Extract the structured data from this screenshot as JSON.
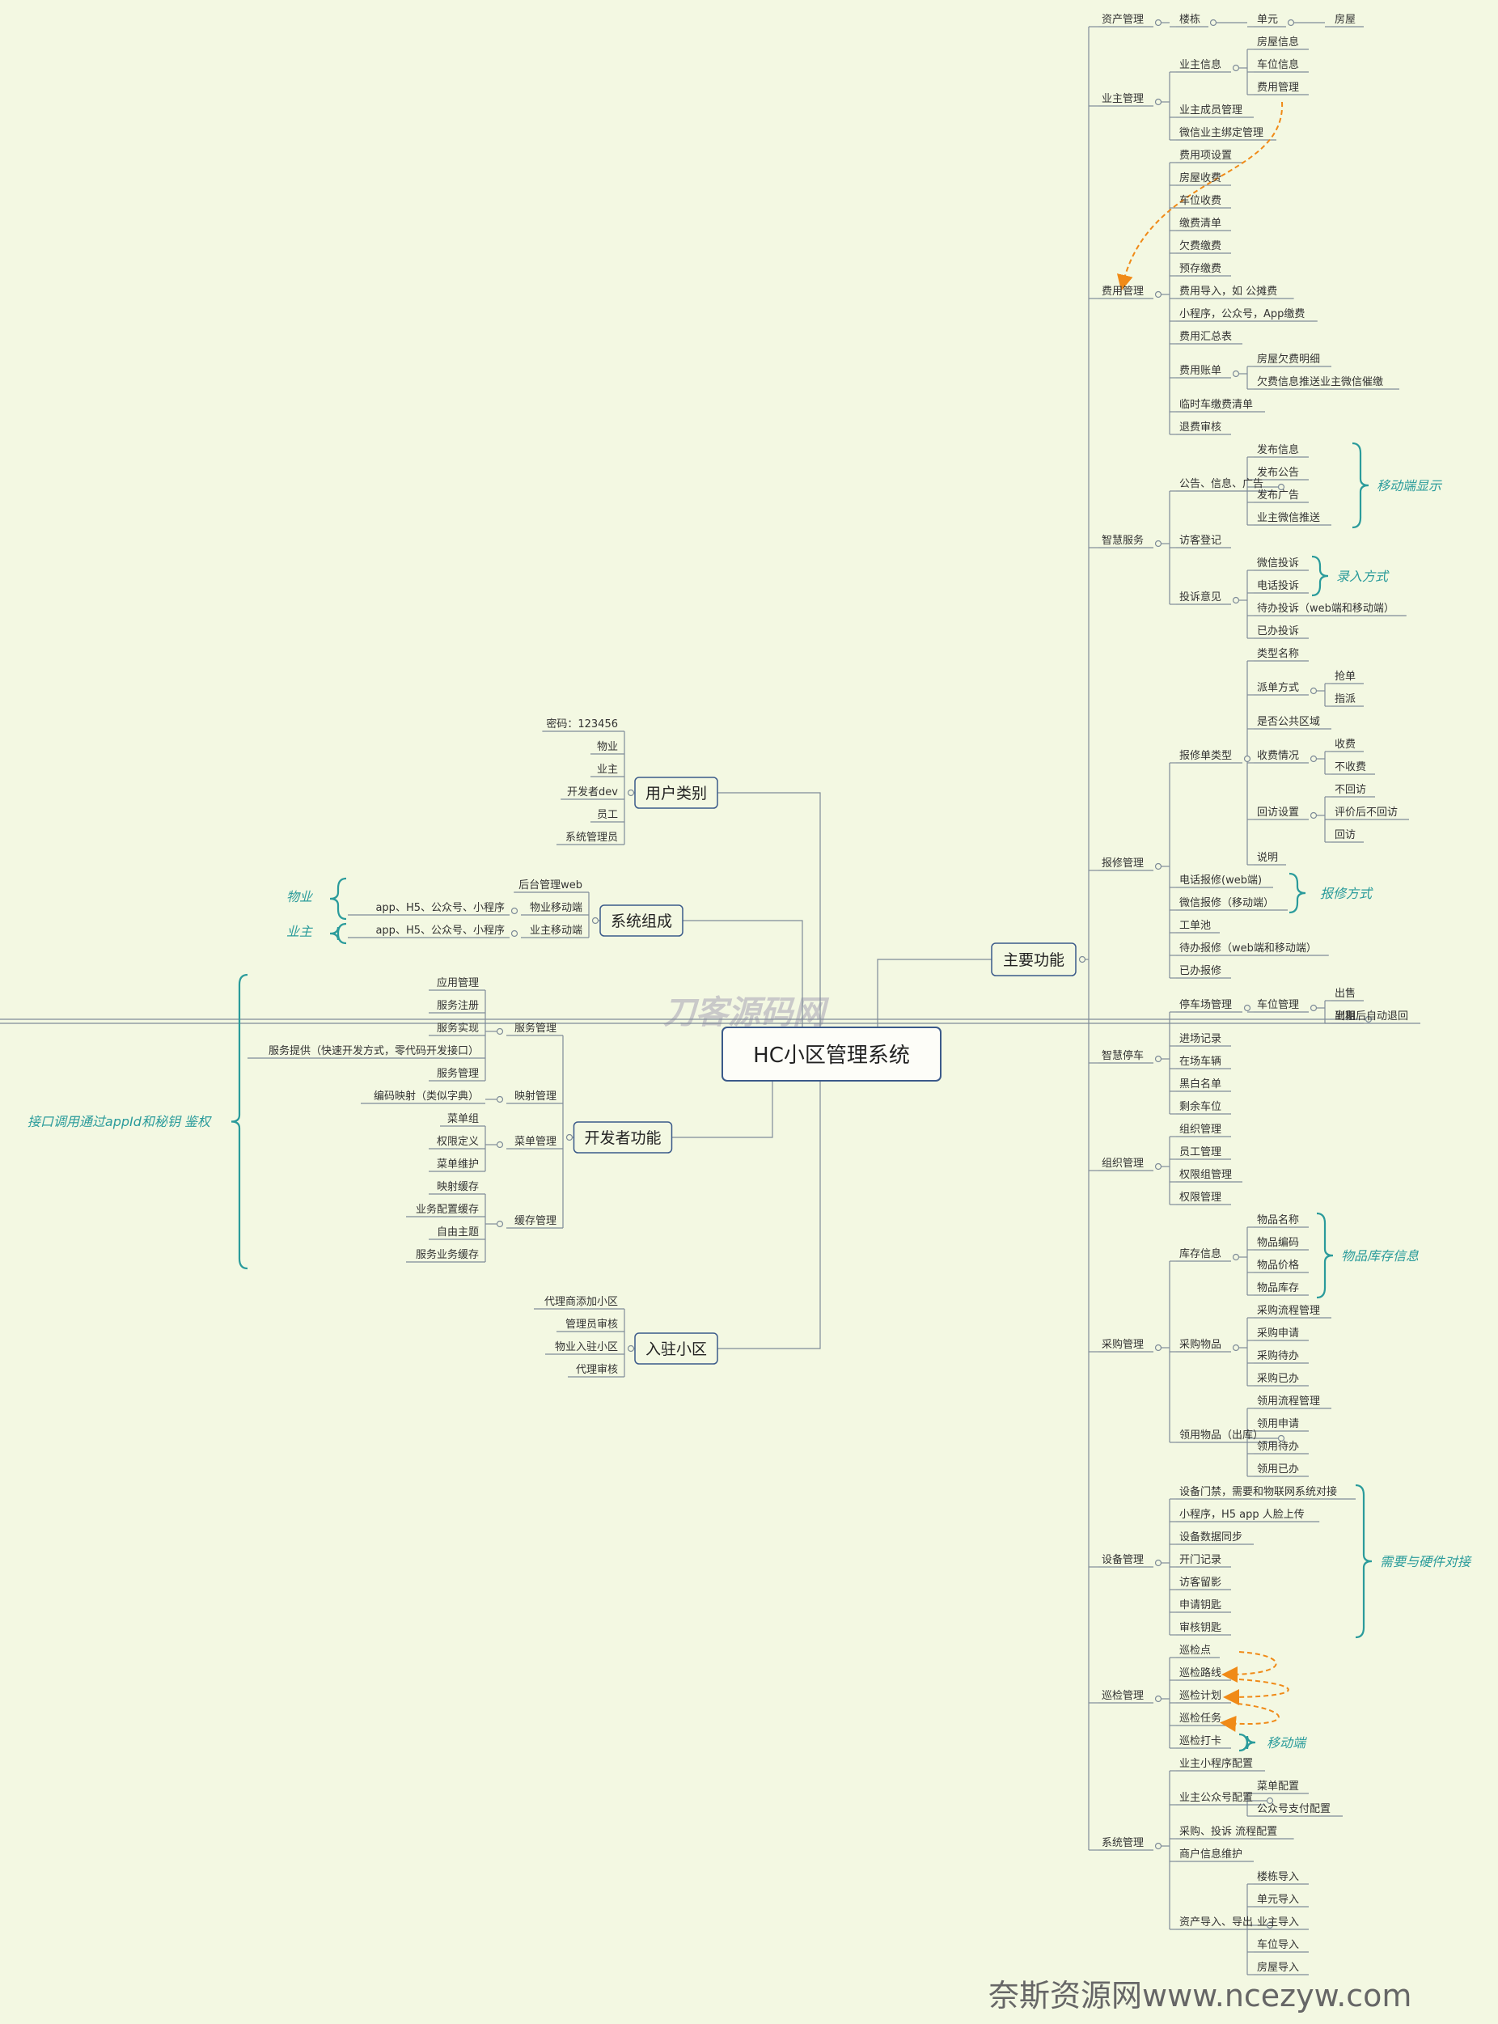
{
  "root": "HC小区管理系统",
  "watermark": "刀客源码网",
  "footer": "奈斯资源网www.ncezyw.com",
  "colors": {
    "background": "#f3f8e2",
    "line": "#7f8c99",
    "topic_border": "#3b5a8a",
    "note": "#2a9b9b",
    "arrow": "#f08a17"
  },
  "main": {
    "title": "主要功能",
    "groups": [
      {
        "label": "资产管理",
        "children": [
          {
            "label": "楼栋",
            "children": [
              {
                "label": "单元",
                "children": [
                  {
                    "label": "房屋"
                  }
                ]
              }
            ]
          }
        ]
      },
      {
        "label": "业主管理",
        "children": [
          {
            "label": "业主信息",
            "children": [
              {
                "label": "房屋信息"
              },
              {
                "label": "车位信息"
              },
              {
                "label": "费用管理"
              }
            ]
          },
          {
            "label": "业主成员管理"
          },
          {
            "label": "微信业主绑定管理"
          }
        ]
      },
      {
        "label": "费用管理",
        "children": [
          {
            "label": "费用项设置"
          },
          {
            "label": "房屋收费"
          },
          {
            "label": "车位收费"
          },
          {
            "label": "缴费清单"
          },
          {
            "label": "欠费缴费"
          },
          {
            "label": "预存缴费"
          },
          {
            "label": "费用导入，如 公摊费"
          },
          {
            "label": "小程序，公众号，App缴费"
          },
          {
            "label": "费用汇总表"
          },
          {
            "label": "费用账单",
            "children": [
              {
                "label": "房屋欠费明细"
              },
              {
                "label": "欠费信息推送业主微信催缴"
              }
            ]
          },
          {
            "label": "临时车缴费清单"
          },
          {
            "label": "退费审核"
          }
        ]
      },
      {
        "label": "智慧服务",
        "children": [
          {
            "label": "公告、信息、广告",
            "children": [
              {
                "label": "发布信息"
              },
              {
                "label": "发布公告"
              },
              {
                "label": "发布广告"
              },
              {
                "label": "业主微信推送"
              }
            ]
          },
          {
            "label": "访客登记"
          },
          {
            "label": "投诉意见",
            "children": [
              {
                "label": "微信投诉"
              },
              {
                "label": "电话投诉"
              },
              {
                "label": "待办投诉（web端和移动端）"
              },
              {
                "label": "已办投诉"
              }
            ]
          }
        ]
      },
      {
        "label": "报修管理",
        "children": [
          {
            "label": "报修单类型",
            "children": [
              {
                "label": "类型名称"
              },
              {
                "label": "派单方式",
                "children": [
                  {
                    "label": "抢单"
                  },
                  {
                    "label": "指派"
                  }
                ]
              },
              {
                "label": "是否公共区域"
              },
              {
                "label": "收费情况",
                "children": [
                  {
                    "label": "收费"
                  },
                  {
                    "label": "不收费"
                  }
                ]
              },
              {
                "label": "回访设置",
                "children": [
                  {
                    "label": "不回访"
                  },
                  {
                    "label": "评价后不回访"
                  },
                  {
                    "label": "回访"
                  }
                ]
              },
              {
                "label": "说明"
              }
            ]
          },
          {
            "label": "电话报修(web端)"
          },
          {
            "label": "微信报修（移动端）"
          },
          {
            "label": "工单池"
          },
          {
            "label": "待办报修（web端和移动端）"
          },
          {
            "label": "已办报修"
          }
        ]
      },
      {
        "label": "智慧停车",
        "children": [
          {
            "label": "停车场管理",
            "children": [
              {
                "label": "车位管理",
                "children": [
                  {
                    "label": "出售"
                  },
                  {
                    "label": "出租",
                    "children": [
                      {
                        "label": "到期后自动退回"
                      }
                    ]
                  }
                ]
              }
            ]
          },
          {
            "label": "进场记录"
          },
          {
            "label": "在场车辆"
          },
          {
            "label": "黑白名单"
          },
          {
            "label": "剩余车位"
          }
        ]
      },
      {
        "label": "组织管理",
        "children": [
          {
            "label": "组织管理"
          },
          {
            "label": "员工管理"
          },
          {
            "label": "权限组管理"
          },
          {
            "label": "权限管理"
          }
        ]
      },
      {
        "label": "采购管理",
        "children": [
          {
            "label": "库存信息",
            "children": [
              {
                "label": "物品名称"
              },
              {
                "label": "物品编码"
              },
              {
                "label": "物品价格"
              },
              {
                "label": "物品库存"
              }
            ]
          },
          {
            "label": "采购物品",
            "children": [
              {
                "label": "采购流程管理"
              },
              {
                "label": "采购申请"
              },
              {
                "label": "采购待办"
              },
              {
                "label": "采购已办"
              }
            ]
          },
          {
            "label": "领用物品（出库）",
            "children": [
              {
                "label": "领用流程管理"
              },
              {
                "label": "领用申请"
              },
              {
                "label": "领用待办"
              },
              {
                "label": "领用已办"
              }
            ]
          }
        ]
      },
      {
        "label": "设备管理",
        "children": [
          {
            "label": "设备门禁，需要和物联网系统对接"
          },
          {
            "label": "小程序，H5 app 人脸上传"
          },
          {
            "label": "设备数据同步"
          },
          {
            "label": "开门记录"
          },
          {
            "label": "访客留影"
          },
          {
            "label": "申请钥匙"
          },
          {
            "label": "审核钥匙"
          }
        ]
      },
      {
        "label": "巡检管理",
        "children": [
          {
            "label": "巡检点"
          },
          {
            "label": "巡检路线"
          },
          {
            "label": "巡检计划"
          },
          {
            "label": "巡检任务"
          },
          {
            "label": "巡检打卡"
          }
        ]
      },
      {
        "label": "系统管理",
        "children": [
          {
            "label": "业主小程序配置"
          },
          {
            "label": "业主公众号配置",
            "children": [
              {
                "label": "菜单配置"
              },
              {
                "label": "公众号支付配置"
              }
            ]
          },
          {
            "label": "采购、投诉 流程配置"
          },
          {
            "label": "商户信息维护"
          },
          {
            "label": "资产导入、导出",
            "children": [
              {
                "label": "楼栋导入"
              },
              {
                "label": "单元导入"
              },
              {
                "label": "业主导入"
              },
              {
                "label": "车位导入"
              },
              {
                "label": "房屋导入"
              }
            ]
          }
        ]
      }
    ]
  },
  "left": {
    "user_types": {
      "title": "用户类别",
      "items": [
        "密码：123456",
        "物业",
        "业主",
        "开发者dev",
        "员工",
        "系统管理员"
      ]
    },
    "system": {
      "title": "系统组成",
      "items": [
        {
          "label": "后台管理web"
        },
        {
          "label": "物业移动端",
          "sub": "app、H5、公众号、小程序"
        },
        {
          "label": "业主移动端",
          "sub": "app、H5、公众号、小程序"
        }
      ]
    },
    "developer": {
      "title": "开发者功能",
      "groups": [
        {
          "label": "服务管理",
          "children": [
            "应用管理",
            "服务注册",
            "服务实现",
            "服务提供（快速开发方式，零代码开发接口）",
            "服务管理"
          ]
        },
        {
          "label": "映射管理",
          "children": [
            "编码映射（类似字典）"
          ]
        },
        {
          "label": "菜单管理",
          "children": [
            "菜单组",
            "权限定义",
            "菜单维护"
          ]
        },
        {
          "label": "缓存管理",
          "children": [
            "映射缓存",
            "业务配置缓存",
            "自由主题",
            "服务业务缓存"
          ]
        }
      ]
    },
    "settle": {
      "title": "入驻小区",
      "items": [
        "代理商添加小区",
        "管理员审核",
        "物业入驻小区",
        "代理审核"
      ]
    }
  },
  "notes": {
    "mobile_display": "移动端显示",
    "input_method": "录入方式",
    "repair_method": "报修方式",
    "goods_stock": "物品库存信息",
    "hardware": "需要与硬件对接",
    "mobile": "移动端",
    "property": "物业",
    "owner": "业主",
    "api": "接口调用通过appId和秘钥 鉴权"
  }
}
